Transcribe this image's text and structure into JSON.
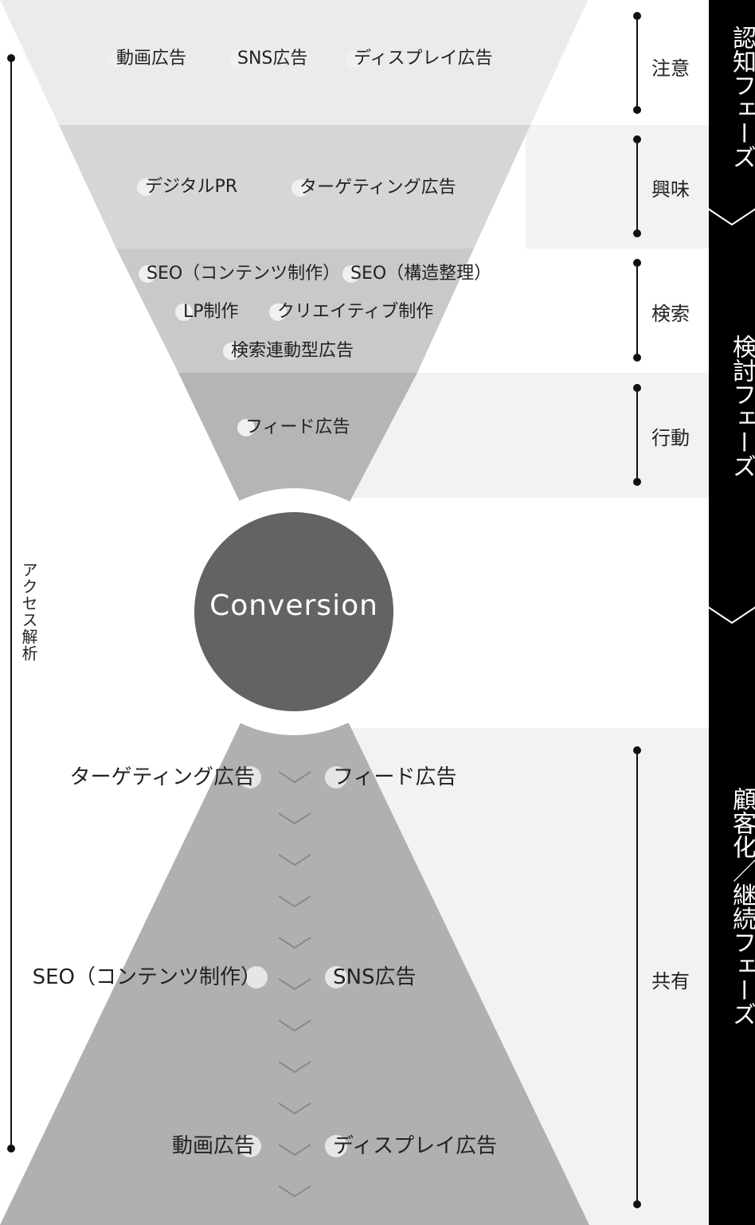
{
  "funnel_top": {
    "stages": [
      {
        "name": "注意",
        "items": [
          "動画広告",
          "SNS広告",
          "ディスプレイ広告"
        ]
      },
      {
        "name": "興味",
        "items": [
          "デジタルPR",
          "ターゲティング広告"
        ]
      },
      {
        "name": "検索",
        "items": [
          "SEO（コンテンツ制作）",
          "SEO（構造整理）",
          "LP制作",
          "クリエイティブ制作",
          "検索連動型広告"
        ]
      },
      {
        "name": "行動",
        "items": [
          "フィード広告"
        ]
      }
    ]
  },
  "conversion_label": "Conversion",
  "funnel_bottom": {
    "stage_name": "共有",
    "left_items": [
      "ターゲティング広告",
      "SEO（コンテンツ制作）",
      "動画広告"
    ],
    "right_items": [
      "フィード広告",
      "SNS広告",
      "ディスプレイ広告"
    ]
  },
  "phases": [
    "認知フェーズ",
    "検討フェーズ",
    "顧客化／継続フェーズ"
  ],
  "side_label": "アクセス解析",
  "colors": {
    "band1": "#ebebeb",
    "band2": "#d6d6d6",
    "band3": "#c9c9c9",
    "band4": "#b5b5b5",
    "bottom": "#b0b0b0",
    "circle": "#636363",
    "phase_bar": "#000000",
    "right_bg": "#f2f2f2"
  }
}
